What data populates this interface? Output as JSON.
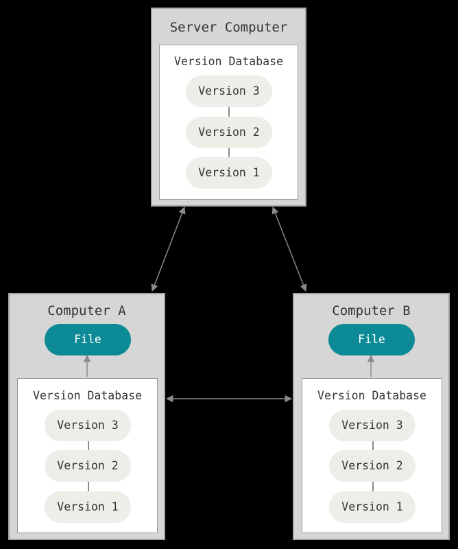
{
  "server": {
    "title": "Server Computer",
    "database": {
      "title": "Version Database",
      "versions": [
        "Version 3",
        "Version 2",
        "Version 1"
      ]
    }
  },
  "computer_a": {
    "title": "Computer A",
    "file": "File",
    "database": {
      "title": "Version Database",
      "versions": [
        "Version 3",
        "Version 2",
        "Version 1"
      ]
    }
  },
  "computer_b": {
    "title": "Computer B",
    "file": "File",
    "database": {
      "title": "Version Database",
      "versions": [
        "Version 3",
        "Version 2",
        "Version 1"
      ]
    }
  },
  "colors": {
    "background": "#000000",
    "computer_fill": "#d6d6d6",
    "database_fill": "#ffffff",
    "version_pill": "#eeede8",
    "file_pill": "#0c8a96",
    "arrow": "#8a8a8a"
  }
}
